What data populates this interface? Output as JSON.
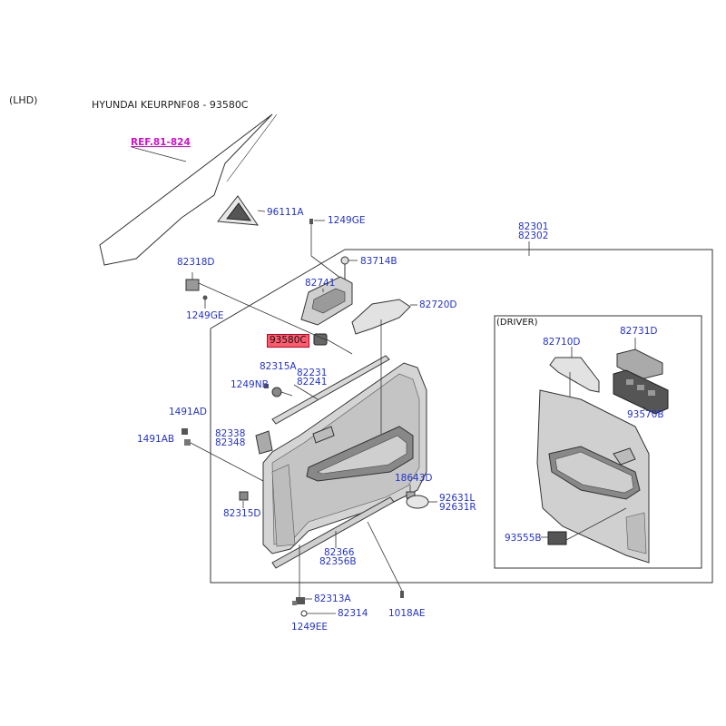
{
  "header": {
    "drive_side": "(LHD)",
    "title": "HYUNDAI KEURPNF08 - 93580C"
  },
  "reference": "REF.81-824",
  "highlighted_part": "93580C",
  "inset_label": "(DRIVER)",
  "parts": {
    "p96111A": "96111A",
    "p1249GE_top": "1249GE",
    "p82301": "82301",
    "p82302": "82302",
    "p82318D": "82318D",
    "p83714B": "83714B",
    "p1249GE_left": "1249GE",
    "p82741": "82741",
    "p82720D": "82720D",
    "p82315A": "82315A",
    "p82231": "82231",
    "p82241": "82241",
    "p1249NB": "1249NB",
    "p1491AD": "1491AD",
    "p1491AB": "1491AB",
    "p82338": "82338",
    "p82348": "82348",
    "p82315D": "82315D",
    "p18643D": "18643D",
    "p92631L": "92631L",
    "p92631R": "92631R",
    "p82366": "82366",
    "p82356B": "82356B",
    "p82313A": "82313A",
    "p82314": "82314",
    "p1249EE": "1249EE",
    "p1018AE": "1018AE",
    "p82710D": "82710D",
    "p82731D": "82731D",
    "p93570B": "93570B",
    "p93555B": "93555B"
  }
}
